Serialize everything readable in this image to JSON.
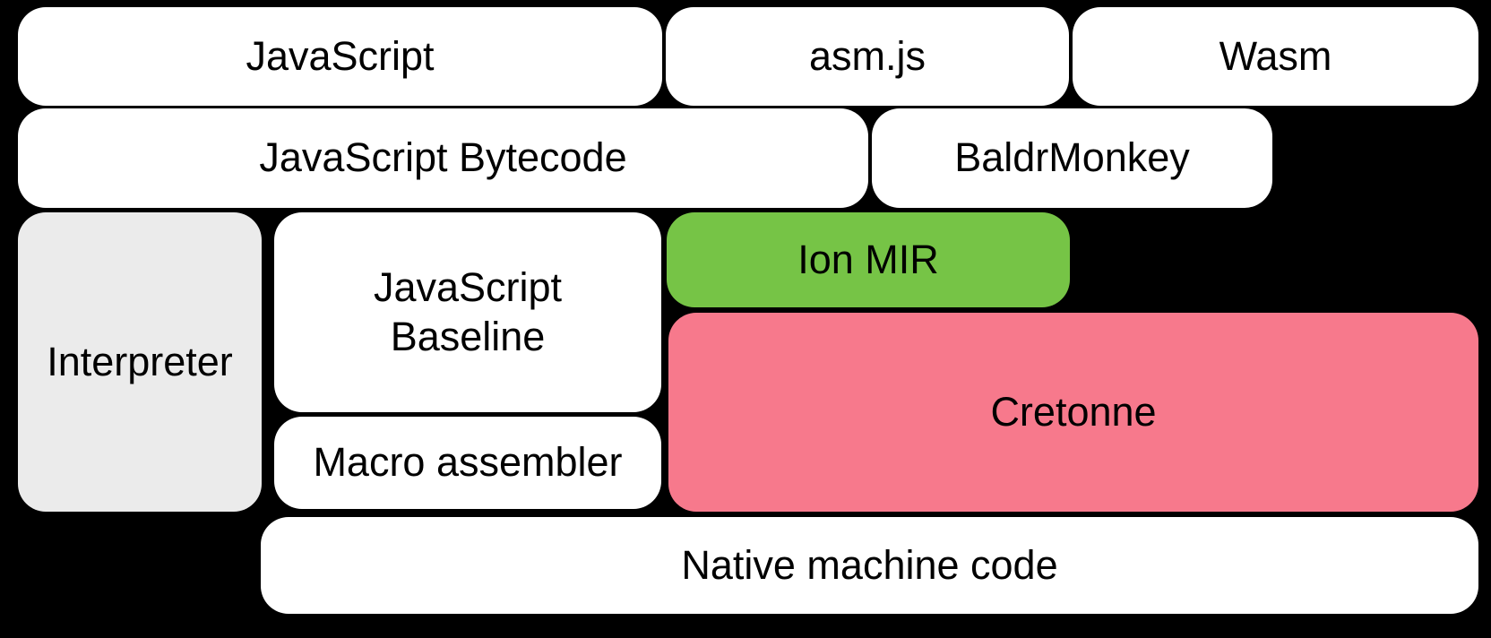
{
  "colors": {
    "background": "#000000",
    "text": "#000000",
    "white": "#ffffff",
    "gray": "#ebebeb",
    "green": "#76c446",
    "pink": "#f7798c"
  },
  "boxes": [
    {
      "id": "javascript",
      "label": "JavaScript",
      "color": "#ffffff"
    },
    {
      "id": "asm-js",
      "label": "asm.js",
      "color": "#ffffff"
    },
    {
      "id": "wasm",
      "label": "Wasm",
      "color": "#ffffff"
    },
    {
      "id": "javascript-bytecode",
      "label": "JavaScript Bytecode",
      "color": "#ffffff"
    },
    {
      "id": "baldrmonkey",
      "label": "BaldrMonkey",
      "color": "#ffffff"
    },
    {
      "id": "interpreter",
      "label": "Interpreter",
      "color": "#ebebeb"
    },
    {
      "id": "javascript-baseline",
      "label": "JavaScript\nBaseline",
      "color": "#ffffff"
    },
    {
      "id": "ion-mir",
      "label": "Ion MIR",
      "color": "#76c446"
    },
    {
      "id": "cretonne",
      "label": "Cretonne",
      "color": "#f7798c"
    },
    {
      "id": "macro-assembler",
      "label": "Macro assembler",
      "color": "#ffffff"
    },
    {
      "id": "native-machine-code",
      "label": "Native machine code",
      "color": "#ffffff"
    }
  ]
}
